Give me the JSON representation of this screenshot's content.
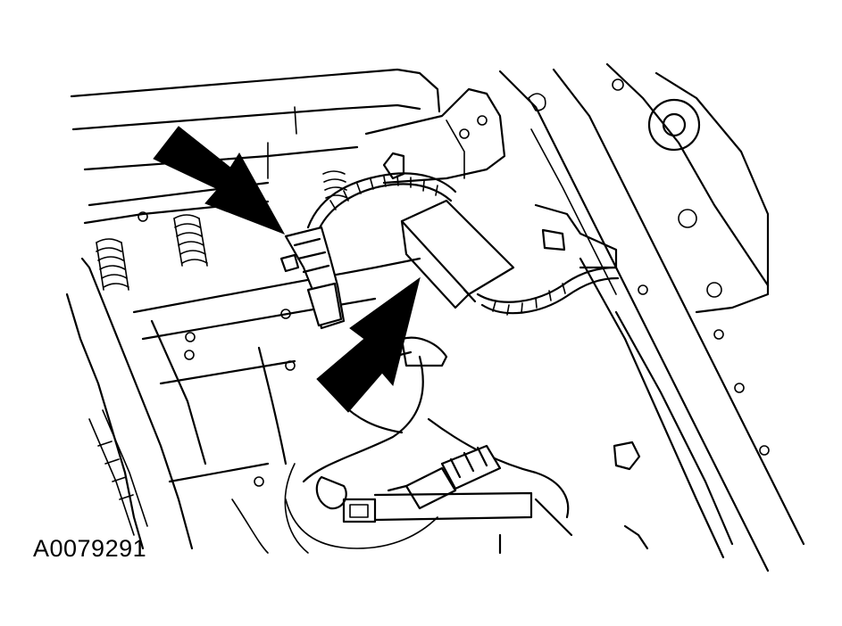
{
  "figure": {
    "code": "A0079291"
  },
  "palette": {
    "line": "#000000",
    "background": "#ffffff"
  },
  "icons": [
    "pointer-arrow-upper",
    "pointer-arrow-lower"
  ]
}
